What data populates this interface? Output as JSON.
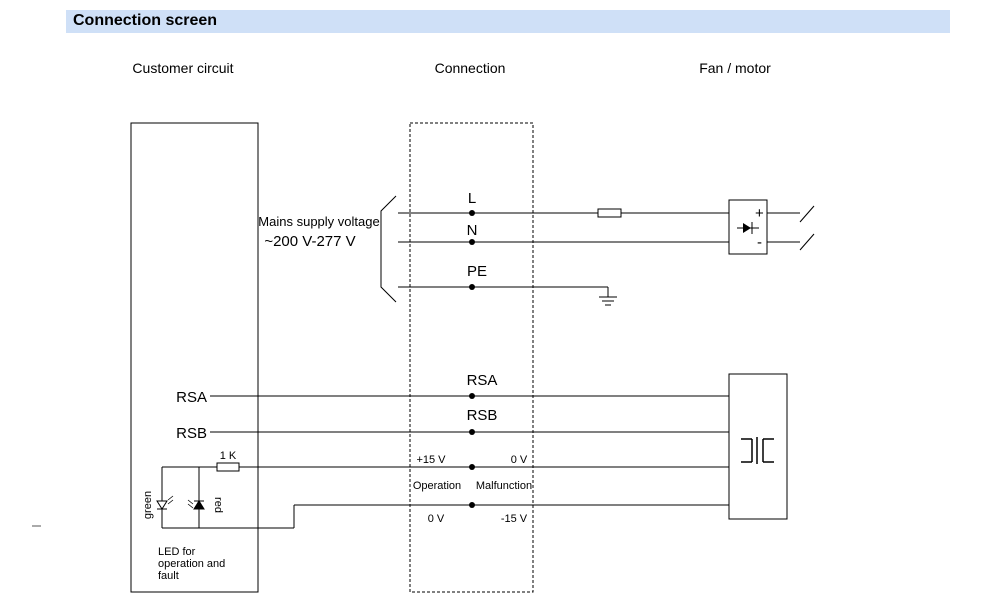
{
  "title": "Connection screen",
  "headers": {
    "customer": "Customer circuit",
    "connection": "Connection",
    "fan": "Fan / motor"
  },
  "mains": {
    "line1": "Mains supply voltage",
    "line2": "~200 V-277 V"
  },
  "terminals": {
    "L": "L",
    "N": "N",
    "PE": "PE",
    "RSA": "RSA",
    "RSB": "RSB"
  },
  "customer_labels": {
    "rsa": "RSA",
    "rsb": "RSB",
    "resistor": "1 K",
    "green": "green",
    "red": "red",
    "led_line1": "LED for",
    "led_line2": "operation and",
    "led_line3": "fault"
  },
  "relay": {
    "plus15": "+15 V",
    "zero_top": "0 V",
    "operation": "Operation",
    "malfunction": "Malfunction",
    "zero_bottom": "0 V",
    "minus15": "-15 V"
  },
  "motor": {
    "plus": "+",
    "minus": "-"
  }
}
